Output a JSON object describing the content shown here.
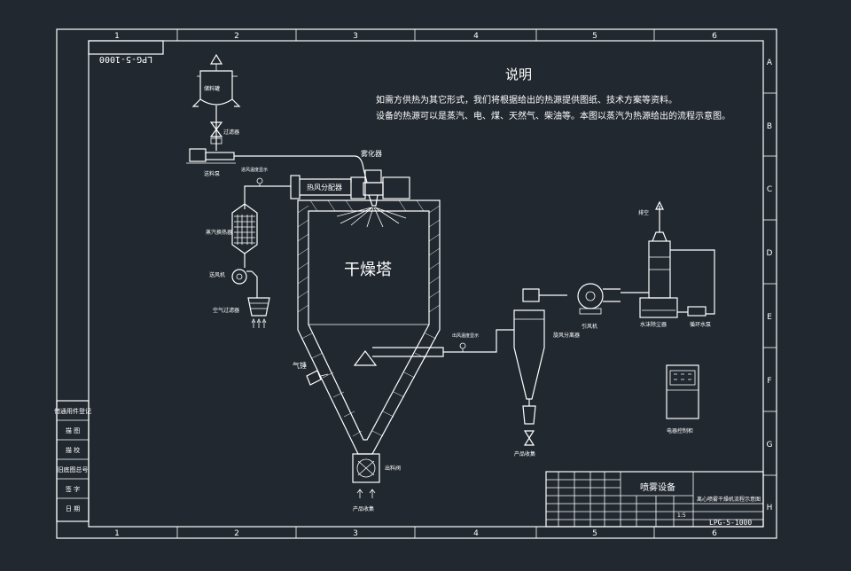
{
  "drawing_no": "LPG-5-1000",
  "drawing_no_mirror": "LPG-5-1000",
  "grid": {
    "cols": [
      "1",
      "2",
      "3",
      "4",
      "5",
      "6"
    ],
    "rows": [
      "A",
      "B",
      "C",
      "D",
      "E",
      "F",
      "G",
      "H"
    ]
  },
  "notes": {
    "title": "说明",
    "line1": "如需方供热为其它形式，我们将根据给出的热源提供图纸、技术方案等资料。",
    "line2": "设备的热源可以是蒸汽、电、煤、天然气、柴油等。本图以蒸汽为热源给出的流程示意图。"
  },
  "labels": {
    "tank": "储料罐",
    "filter": "过滤器",
    "pump": "送料泵",
    "atomizer": "雾化器",
    "dispenser": "热风分配器",
    "heater": "蒸汽换热器",
    "fan_in": "送风机",
    "air_filter": "空气过滤器",
    "tower": "干燥塔",
    "hammer": "气锤",
    "cyclone": "旋风分离器",
    "fan_out": "引风机",
    "scrubber": "水沫除尘器",
    "water_pump": "循环水泵",
    "exhaust": "排空",
    "discharge": "出料阀",
    "product1": "产品收集",
    "product2": "产品收集",
    "cabinet": "电器控制柜",
    "temp_in": "进风温度显示",
    "temp_out": "出风温度显示"
  },
  "left_table": [
    "借通用件登记",
    "描 图",
    "描 校",
    "旧底图总号",
    "签 字",
    "日 期"
  ],
  "title_block": {
    "product": "喷雾设备",
    "drawing_title": "离心喷雾干燥机流程示意图",
    "scale": "1:5",
    "number": "LPG-5-1000"
  }
}
